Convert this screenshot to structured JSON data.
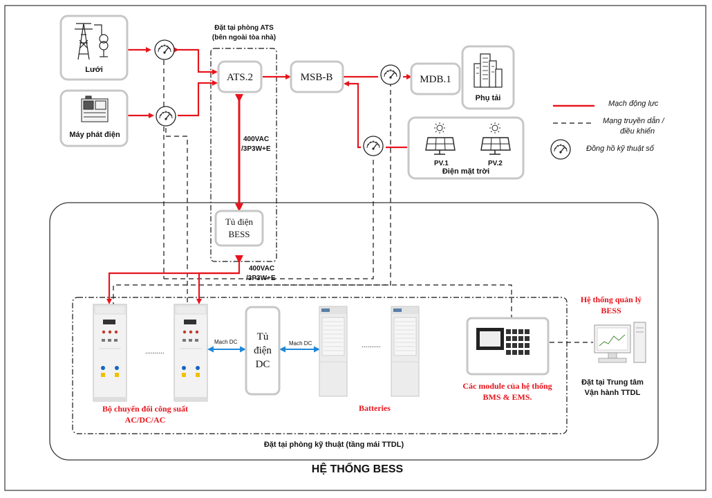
{
  "sources": {
    "grid_label": "Lưới",
    "generator_label": "Máy phát điện",
    "load_label": "Phụ tải",
    "solar": {
      "pv1": "PV.1",
      "pv2": "PV.2",
      "label": "Điện mặt trời"
    }
  },
  "panels": {
    "ats": "ATS.2",
    "msb": "MSB-B",
    "mdb": "MDB.1",
    "bess_cabinet_line1": "Tủ điện",
    "bess_cabinet_line2": "BESS",
    "dc_cabinet_line1": "Tủ",
    "dc_cabinet_line2": "điện",
    "dc_cabinet_line3": "DC"
  },
  "ats_room": {
    "line1": "Đặt tại phòng ATS",
    "line2": "(bên ngoài tòa nhà)"
  },
  "voltage_upper": {
    "line1": "400VAC",
    "line2": "/3P3W+E"
  },
  "voltage_lower": {
    "line1": "400VAC",
    "line2": "/3P3W+E"
  },
  "links": {
    "dc_link_1": "Mạch DC",
    "dc_link_2": "Mạch DC"
  },
  "equipment": {
    "ellipsis_pcs": "..........",
    "ellipsis_batt": "..........",
    "pcs_label_line1": "Bộ chuyển đổi công suất",
    "pcs_label_line2": "AC/DC/AC",
    "batteries_label": "Batteries",
    "bms_line1": "Các module của hệ thống",
    "bms_line2": "BMS & EMS."
  },
  "management": {
    "title_line1": "Hệ thống quản lý",
    "title_line2": "BESS",
    "location_line1": "Đặt tại Trung tâm",
    "location_line2": "Vận hành TTDL"
  },
  "legend": {
    "power": "Mạch động lực",
    "network_line1": "Mạng truyền dẫn /",
    "network_line2": "điều khiển",
    "meter": "Đồng hồ kỹ thuật số"
  },
  "tech_room": "Đặt tại phòng kỹ thuật (tầng mái TTDL)",
  "system_title": "HỆ THỐNG BESS",
  "colors": {
    "power": "#e8141c",
    "network": "#111111",
    "dc_link": "#1e88d8",
    "frame": "#333333"
  }
}
